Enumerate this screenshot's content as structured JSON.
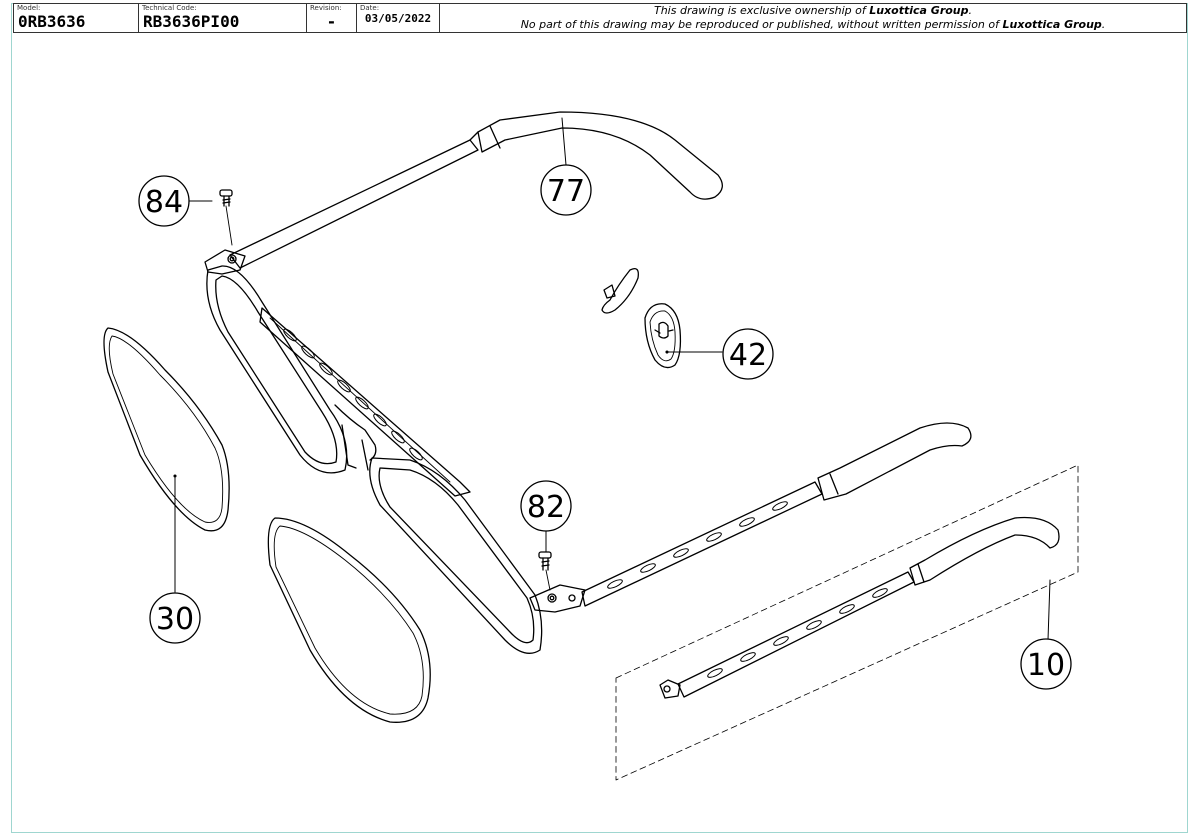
{
  "title_block": {
    "model_label": "Model:",
    "model_value": "0RB3636",
    "technical_code_label": "Technical Code:",
    "technical_code_value": "RB3636PI00",
    "revision_label": "Revision:",
    "revision_value": "-",
    "date_label": "Date:",
    "date_value": "03/05/2022",
    "notice_line1_prefix": "This drawing is exclusive ownership of ",
    "notice_line1_company": "Luxottica Group",
    "notice_line1_suffix": ".",
    "notice_line2_prefix": "No part of this drawing may be reproduced or published, without written permission of ",
    "notice_line2_company": "Luxottica Group",
    "notice_line2_suffix": "."
  },
  "callouts": [
    {
      "id": "temple-right",
      "label": "77"
    },
    {
      "id": "screw-top",
      "label": "84"
    },
    {
      "id": "nose-pad",
      "label": "42"
    },
    {
      "id": "lens-left",
      "label": "30"
    },
    {
      "id": "screw-bottom",
      "label": "82"
    },
    {
      "id": "temple-left",
      "label": "10"
    }
  ],
  "colors": {
    "frame_border": "#9fd6d0",
    "line": "#000000"
  }
}
